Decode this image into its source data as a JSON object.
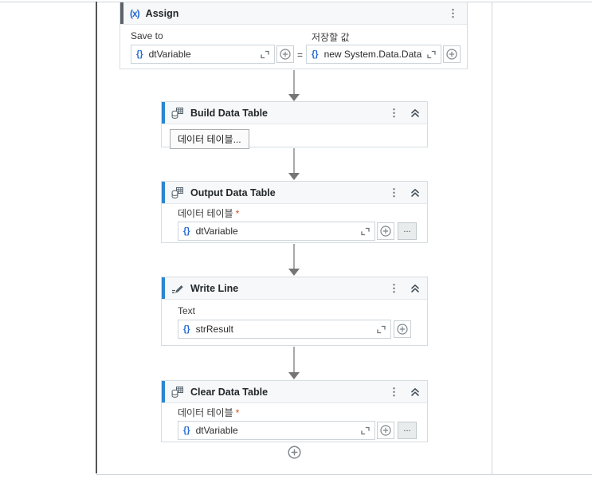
{
  "icons": {
    "kebab": "⋮",
    "assign_glyph": "(x)",
    "expression_prefix": "{}"
  },
  "colors": {
    "activity_accent_blue": "#2b86cf",
    "assign_accent_gray": "#5d6268",
    "expression_brace_blue": "#2468d4",
    "required_asterisk_red": "#d54e21",
    "arrow_gray": "#757575"
  },
  "assign": {
    "title": "Assign",
    "save_to_label": "Save to",
    "value_label": "저장할 값",
    "equals": "=",
    "target_field": {
      "value": "dtVariable"
    },
    "value_field": {
      "value": "new System.Data.DataTable"
    }
  },
  "build_data_table": {
    "title": "Build Data Table",
    "button_label": "데이터 테이블..."
  },
  "output_data_table": {
    "title": "Output Data Table",
    "field_label": "데이터 테이블",
    "required_marker": "*",
    "field": {
      "value": "dtVariable"
    },
    "browse_label": "..."
  },
  "write_line": {
    "title": "Write Line",
    "field_label": "Text",
    "field": {
      "value": "strResult"
    }
  },
  "clear_data_table": {
    "title": "Clear Data Table",
    "field_label": "데이터 테이블",
    "required_marker": "*",
    "field": {
      "value": "dtVariable"
    },
    "browse_label": "..."
  }
}
